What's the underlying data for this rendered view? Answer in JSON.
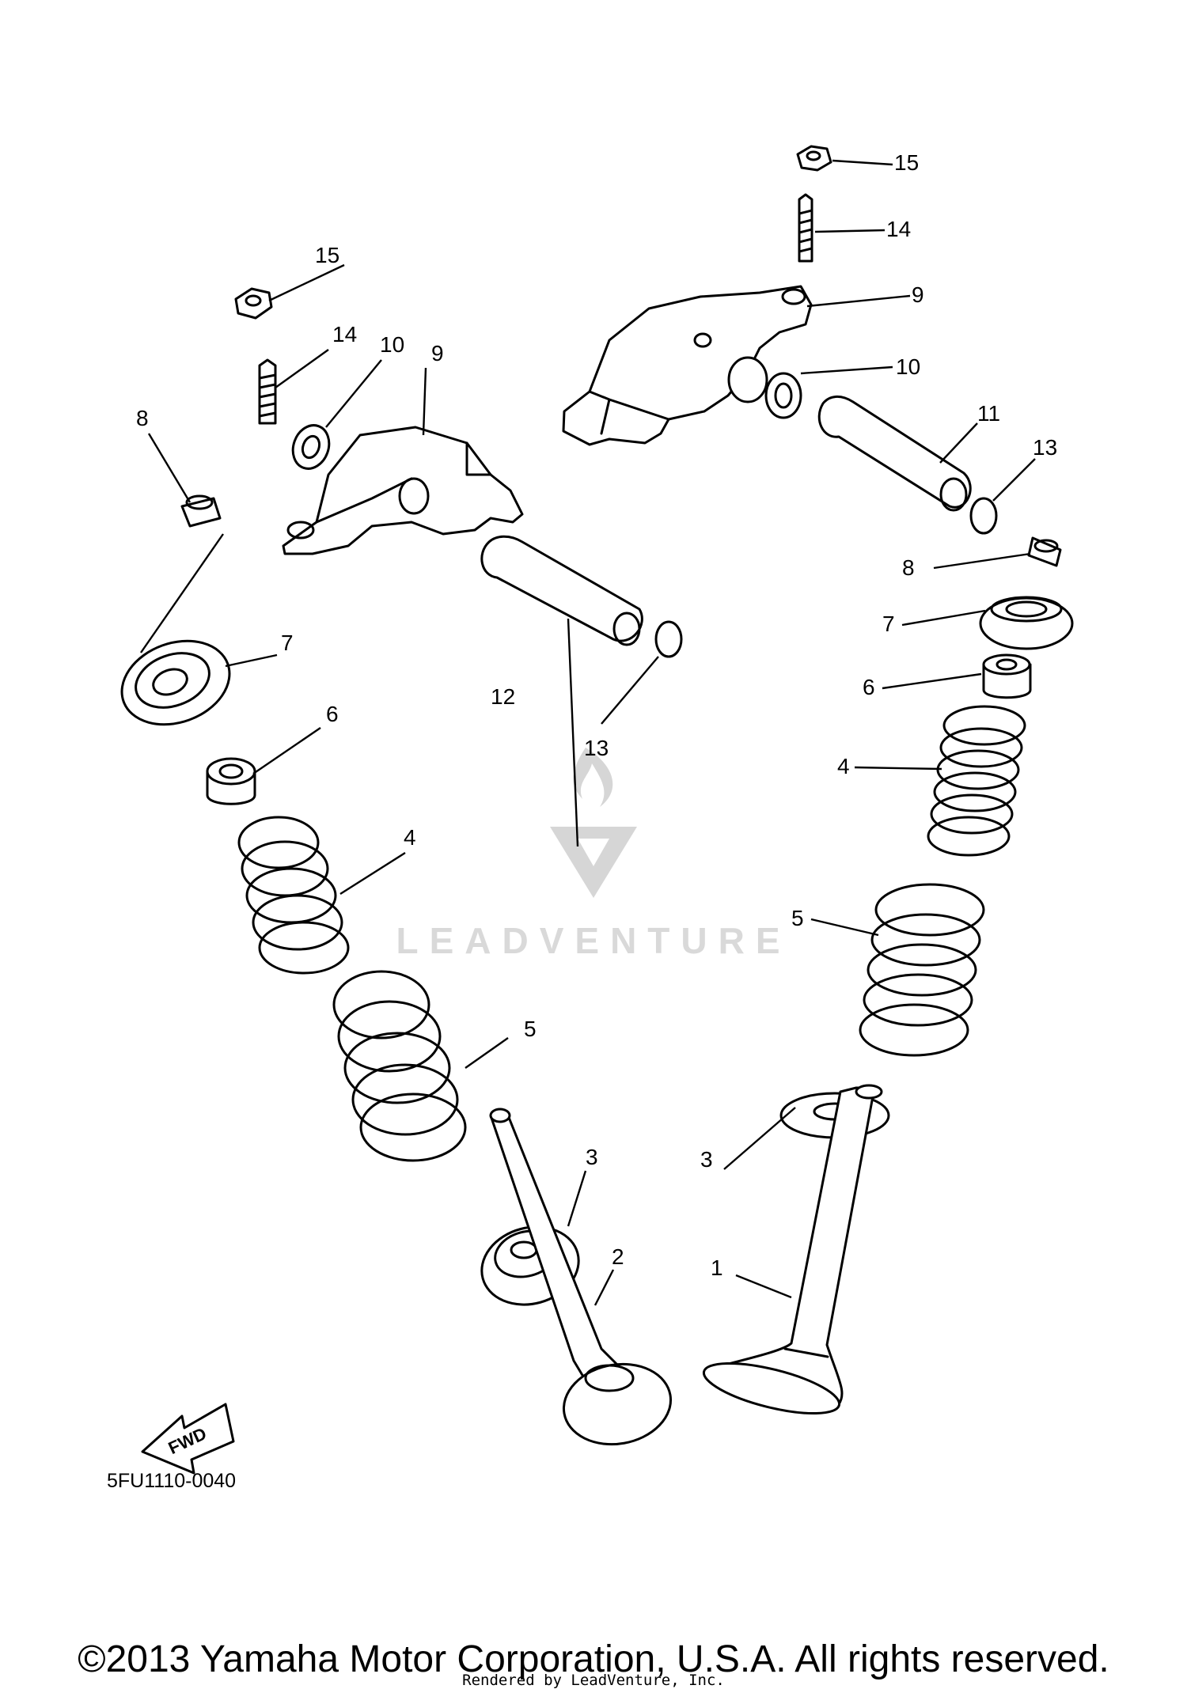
{
  "diagram": {
    "drawing_code": "5FU1110-0040",
    "fwd_label": "FWD",
    "watermark": "LEADVENTURE",
    "copyright": "©2013 Yamaha Motor Corporation, U.S.A. All rights reserved.",
    "rendered_by": "Rendered by LeadVenture, Inc.",
    "callouts": {
      "c1": "1",
      "c2": "2",
      "c3a": "3",
      "c3b": "3",
      "c4a": "4",
      "c4b": "4",
      "c5a": "5",
      "c5b": "5",
      "c6a": "6",
      "c6b": "6",
      "c7a": "7",
      "c7b": "7",
      "c8a": "8",
      "c8b": "8",
      "c9a": "9",
      "c9b": "9",
      "c10a": "10",
      "c10b": "10",
      "c11": "11",
      "c12": "12",
      "c13a": "13",
      "c13b": "13",
      "c14a": "14",
      "c14b": "14",
      "c15a": "15",
      "c15b": "15"
    }
  }
}
